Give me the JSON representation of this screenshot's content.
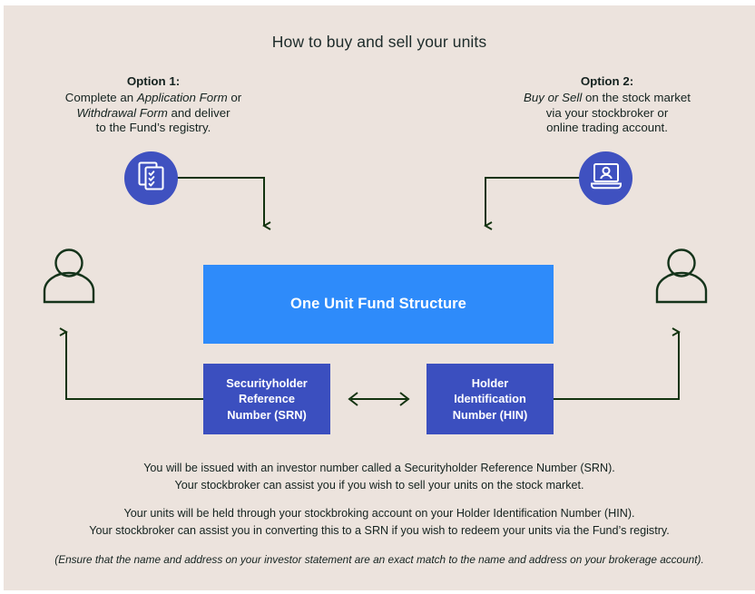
{
  "title": "How to buy and sell your units",
  "colors": {
    "background": "#ece3dd",
    "primary_box": "#2e8bfa",
    "secondary_box": "#3b4fbf",
    "icon_circle": "#3f51c0",
    "line": "#12330f",
    "text": "#14221f"
  },
  "options": [
    {
      "heading": "Option 1:",
      "lines": [
        "Complete an <i>Application Form</i> or",
        "<i>Withdrawal Form</i> and deliver",
        "to the Fund’s registry."
      ],
      "icon": "checklist-documents-icon"
    },
    {
      "heading": "Option 2:",
      "lines": [
        "<i>Buy or Sell</i> on the stock market",
        "via your stockbroker or",
        "online trading account."
      ],
      "icon": "laptop-person-icon"
    }
  ],
  "boxes": {
    "main": "One Unit Fund Structure",
    "srn": [
      "Securityholder",
      "Reference",
      "Number (SRN)"
    ],
    "hin": [
      "Holder",
      "Identification",
      "Number (HIN)"
    ]
  },
  "people": {
    "left": "investor-person-icon",
    "right": "investor-person-icon"
  },
  "notes": [
    [
      "You will be issued with an investor number called a Securityholder Reference Number (SRN).",
      "Your stockbroker can assist you if you wish to sell your units on the stock market."
    ],
    [
      "Your units will be held through your stockbroking account on your Holder Identification Number (HIN).",
      "Your stockbroker can assist you in converting this to a SRN if you wish to redeem your units via the Fund’s registry."
    ],
    [
      "(Ensure that the name and address on your investor statement are an exact match to the name and address on your brokerage account)."
    ]
  ]
}
